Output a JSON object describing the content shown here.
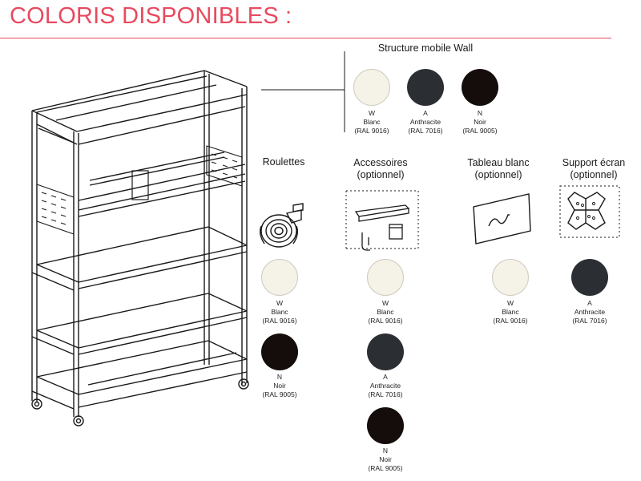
{
  "page": {
    "title": "COLORIS DISPONIBLES :",
    "accent_color": "#e84a5f"
  },
  "colors": {
    "blanc": "#f5f2e8",
    "anthracite": "#2b2e33",
    "noir": "#140d0b"
  },
  "sections": {
    "structure": {
      "label": "Structure mobile Wall",
      "swatches": [
        {
          "code": "W",
          "name": "Blanc",
          "ral": "(RAL 9016)"
        },
        {
          "code": "A",
          "name": "Anthracite",
          "ral": "(RAL 7016)"
        },
        {
          "code": "N",
          "name": "Noir",
          "ral": "(RAL 9005)"
        }
      ]
    },
    "roulettes": {
      "label": "Roulettes",
      "swatches": [
        {
          "code": "W",
          "name": "Blanc",
          "ral": "(RAL 9016)"
        },
        {
          "code": "N",
          "name": "Noir",
          "ral": "(RAL 9005)"
        }
      ]
    },
    "accessoires": {
      "label_line1": "Accessoires",
      "label_line2": "(optionnel)",
      "swatches": [
        {
          "code": "W",
          "name": "Blanc",
          "ral": "(RAL 9016)"
        },
        {
          "code": "A",
          "name": "Anthracite",
          "ral": "(RAL 7016)"
        },
        {
          "code": "N",
          "name": "Noir",
          "ral": "(RAL 9005)"
        }
      ]
    },
    "tableau": {
      "label_line1": "Tableau blanc",
      "label_line2": "(optionnel)",
      "swatches": [
        {
          "code": "W",
          "name": "Blanc",
          "ral": "(RAL 9016)"
        }
      ]
    },
    "support": {
      "label_line1": "Support écran",
      "label_line2": "(optionnel)",
      "swatches": [
        {
          "code": "A",
          "name": "Anthracite",
          "ral": "(RAL 7016)"
        }
      ]
    }
  }
}
